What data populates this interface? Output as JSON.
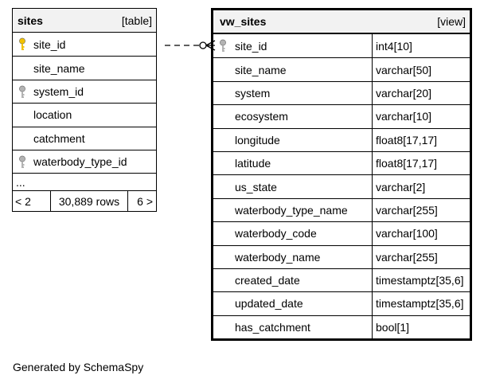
{
  "diagram": {
    "sites_table": {
      "name": "sites",
      "kind": "[table]",
      "columns": [
        {
          "name": "site_id",
          "key": "primary"
        },
        {
          "name": "site_name",
          "key": "none"
        },
        {
          "name": "system_id",
          "key": "foreign"
        },
        {
          "name": "location",
          "key": "none"
        },
        {
          "name": "catchment",
          "key": "none"
        },
        {
          "name": "waterbody_type_id",
          "key": "foreign"
        }
      ],
      "more": "...",
      "footer": {
        "prev": "< 2",
        "rows": "30,889 rows",
        "next": "6 >"
      }
    },
    "view_table": {
      "name": "vw_sites",
      "kind": "[view]",
      "columns": [
        {
          "name": "site_id",
          "type": "int4[10]",
          "key": "foreign"
        },
        {
          "name": "site_name",
          "type": "varchar[50]",
          "key": "none"
        },
        {
          "name": "system",
          "type": "varchar[20]",
          "key": "none"
        },
        {
          "name": "ecosystem",
          "type": "varchar[10]",
          "key": "none"
        },
        {
          "name": "longitude",
          "type": "float8[17,17]",
          "key": "none"
        },
        {
          "name": "latitude",
          "type": "float8[17,17]",
          "key": "none"
        },
        {
          "name": "us_state",
          "type": "varchar[2]",
          "key": "none"
        },
        {
          "name": "waterbody_type_name",
          "type": "varchar[255]",
          "key": "none"
        },
        {
          "name": "waterbody_code",
          "type": "varchar[100]",
          "key": "none"
        },
        {
          "name": "waterbody_name",
          "type": "varchar[255]",
          "key": "none"
        },
        {
          "name": "created_date",
          "type": "timestamptz[35,6]",
          "key": "none"
        },
        {
          "name": "updated_date",
          "type": "timestamptz[35,6]",
          "key": "none"
        },
        {
          "name": "has_catchment",
          "type": "bool[1]",
          "key": "none"
        }
      ]
    },
    "key_colors": {
      "primary": "#f2c200",
      "foreign": "#b3b3b3"
    },
    "credit": "Generated by SchemaSpy"
  }
}
